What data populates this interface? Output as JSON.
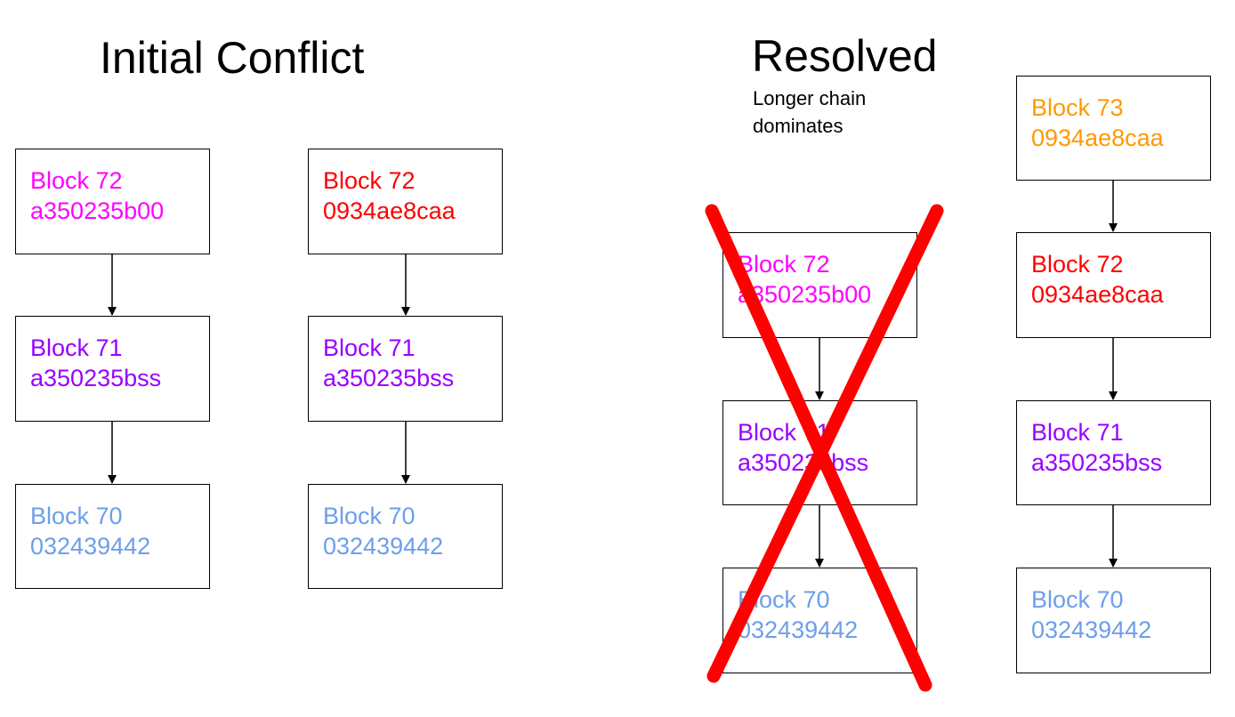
{
  "colors": {
    "pink": "#ff00ff",
    "red": "#ff0000",
    "purple": "#9900ff",
    "blue": "#6d9eeb",
    "orange": "#ff9900",
    "cross": "#ff0000"
  },
  "initial": {
    "title": "Initial Conflict",
    "chain_a": [
      {
        "label": "Block 72",
        "hash": "a350235b00",
        "color": "pink"
      },
      {
        "label": "Block 71",
        "hash": "a350235bss",
        "color": "purple"
      },
      {
        "label": "Block 70",
        "hash": "032439442",
        "color": "blue"
      }
    ],
    "chain_b": [
      {
        "label": "Block 72",
        "hash": "0934ae8caa",
        "color": "red"
      },
      {
        "label": "Block 71",
        "hash": "a350235bss",
        "color": "purple"
      },
      {
        "label": "Block 70",
        "hash": "032439442",
        "color": "blue"
      }
    ]
  },
  "resolved": {
    "title": "Resolved",
    "subtitle": "Longer chain dominates",
    "orphaned_chain": [
      {
        "label": "Block 72",
        "hash": "a350235b00",
        "color": "pink"
      },
      {
        "label": "Block 71",
        "hash": "a350235bss",
        "color": "purple"
      },
      {
        "label": "Block 70",
        "hash": "032439442",
        "color": "blue"
      }
    ],
    "main_chain": [
      {
        "label": "Block 73",
        "hash": "0934ae8caa",
        "color": "orange"
      },
      {
        "label": "Block 72",
        "hash": "0934ae8caa",
        "color": "red"
      },
      {
        "label": "Block 71",
        "hash": "a350235bss",
        "color": "purple"
      },
      {
        "label": "Block 70",
        "hash": "032439442",
        "color": "blue"
      }
    ]
  }
}
